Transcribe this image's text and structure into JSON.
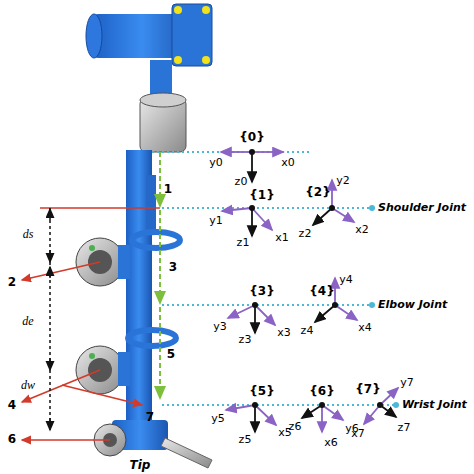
{
  "diagram": {
    "labels": [
      "{0}",
      "x0",
      "y0",
      "z0",
      "1",
      "{1}",
      "{2}",
      "y1",
      "z1",
      "x1",
      "y2",
      "z2",
      "x2",
      "Shoulder Joint",
      "2",
      "ds",
      "3",
      "{3}",
      "{4}",
      "y3",
      "z3",
      "x3",
      "y4",
      "z4",
      "x4",
      "Elbow Joint",
      "4",
      "de",
      "5",
      "{5}",
      "{6}",
      "{7}",
      "y5",
      "z5",
      "x5",
      "y6",
      "z6",
      "x6",
      "y7",
      "z7",
      "x7",
      "Wrist Joint",
      "7",
      "dw",
      "6",
      "Tip"
    ]
  }
}
